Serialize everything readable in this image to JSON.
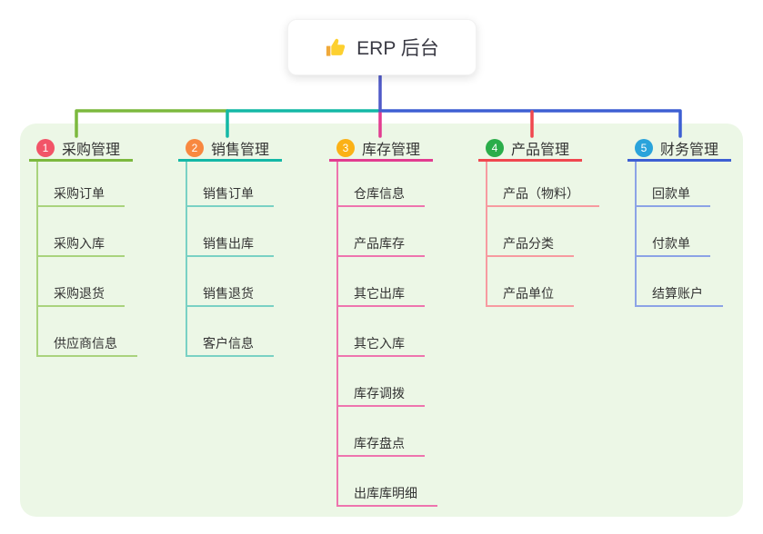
{
  "root": {
    "label": "ERP 后台",
    "icon": "thumbs-up-icon"
  },
  "canvas": {
    "background": "#ffffff",
    "panel_background": "#ecf7e6"
  },
  "connector_colors": {
    "stem": "#505ac8"
  },
  "branches": [
    {
      "badge": "1",
      "label": "采购管理",
      "badge_color": "#f25468",
      "line_color": "#7cb93e",
      "child_line_color": "#a9d37d",
      "children": [
        "采购订单",
        "采购入库",
        "采购退货",
        "供应商信息"
      ]
    },
    {
      "badge": "2",
      "label": "销售管理",
      "badge_color": "#f88840",
      "line_color": "#14b8a6",
      "child_line_color": "#79d1c4",
      "children": [
        "销售订单",
        "销售出库",
        "销售退货",
        "客户信息"
      ]
    },
    {
      "badge": "3",
      "label": "库存管理",
      "badge_color": "#fbb116",
      "line_color": "#e23c90",
      "child_line_color": "#ee74ae",
      "children": [
        "仓库信息",
        "产品库存",
        "其它出库",
        "其它入库",
        "库存调拨",
        "库存盘点",
        "出库库明细"
      ]
    },
    {
      "badge": "4",
      "label": "产品管理",
      "badge_color": "#2bad4a",
      "line_color": "#f0474f",
      "child_line_color": "#f79aa0",
      "children": [
        "产品（物料）",
        "产品分类",
        "产品单位"
      ]
    },
    {
      "badge": "5",
      "label": "财务管理",
      "badge_color": "#2aa3db",
      "line_color": "#3d5fd3",
      "child_line_color": "#8ca3e6",
      "children": [
        "回款单",
        "付款单",
        "结算账户"
      ]
    }
  ]
}
